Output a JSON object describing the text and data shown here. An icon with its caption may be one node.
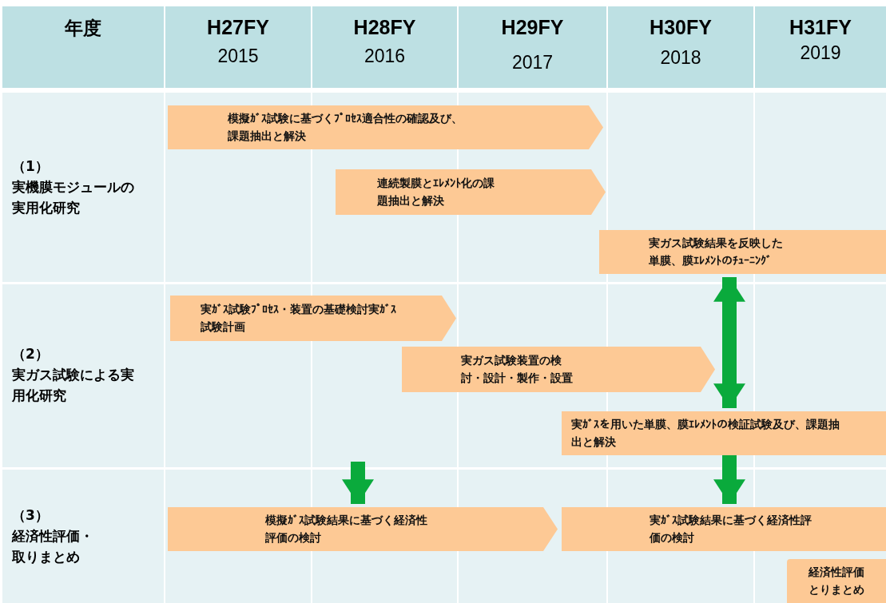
{
  "diagram": {
    "nodes": [
      {
        "text": [
          "模擬ｶﾞｽ試験に基づくﾌﾟﾛｾｽ適合性の確認及び、課題抽出と解決"
        ]
      },
      {
        "text": [
          "連続製膜とｴﾚﾒﾝﾄ化の課題抽出と解決"
        ]
      },
      {
        "text": [
          "実ガス試験結果を反映した単膜、膜ｴﾚﾒﾝﾄのﾁｭｰﾆﾝｸﾞ"
        ]
      },
      {
        "text": [
          "実ｶﾞｽ試験ﾌﾟﾛｾｽ・装置の基礎検討実ｶﾞｽ試験計画"
        ]
      },
      {
        "text": [
          "実ガス試験装置の検討・設計・製作・設置"
        ]
      },
      {
        "text": [
          "実ｶﾞｽを用いた単膜、膜ｴﾚﾒﾝﾄの検証試験及び、課題抽出と解決"
        ]
      },
      {
        "text": [
          "模擬ｶﾞｽ試験結果に基づく経済性評価の検討"
        ]
      },
      {
        "text": [
          "実ｶﾞｽ試験結果に基づく経済性評価の検討"
        ]
      },
      {
        "text": [
          "経済性評価とりまとめ"
        ]
      }
    ],
    "edges": [
      {
        "from": 2,
        "to": 5,
        "arrow": "both"
      },
      {
        "from": null,
        "to": 6,
        "arrow": "to"
      },
      {
        "from": 5,
        "to": 7,
        "arrow": "to"
      }
    ],
    "labels": [
      "年度",
      "H27FY",
      "2015",
      "H28FY",
      "2016",
      "H29FY",
      "2017",
      "H30FY",
      "2018",
      "H31FY",
      "2019",
      "（1）",
      "実機膜モジュールの実用化研究",
      "（2）",
      "実ガス試験による実用化研究",
      "（3）",
      "経済性評価・取りまとめ"
    ]
  }
}
